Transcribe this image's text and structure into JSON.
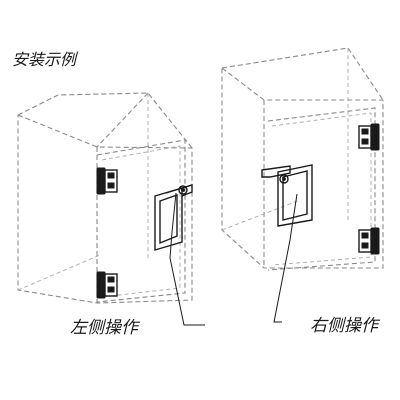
{
  "title": "安装示例",
  "labels": {
    "left_operation": "左侧操作",
    "right_operation": "右侧操作"
  },
  "icons": {
    "cabinet": "cabinet-outline-icon",
    "hinge": "door-hinge-icon",
    "handle": "door-handle-icon"
  }
}
